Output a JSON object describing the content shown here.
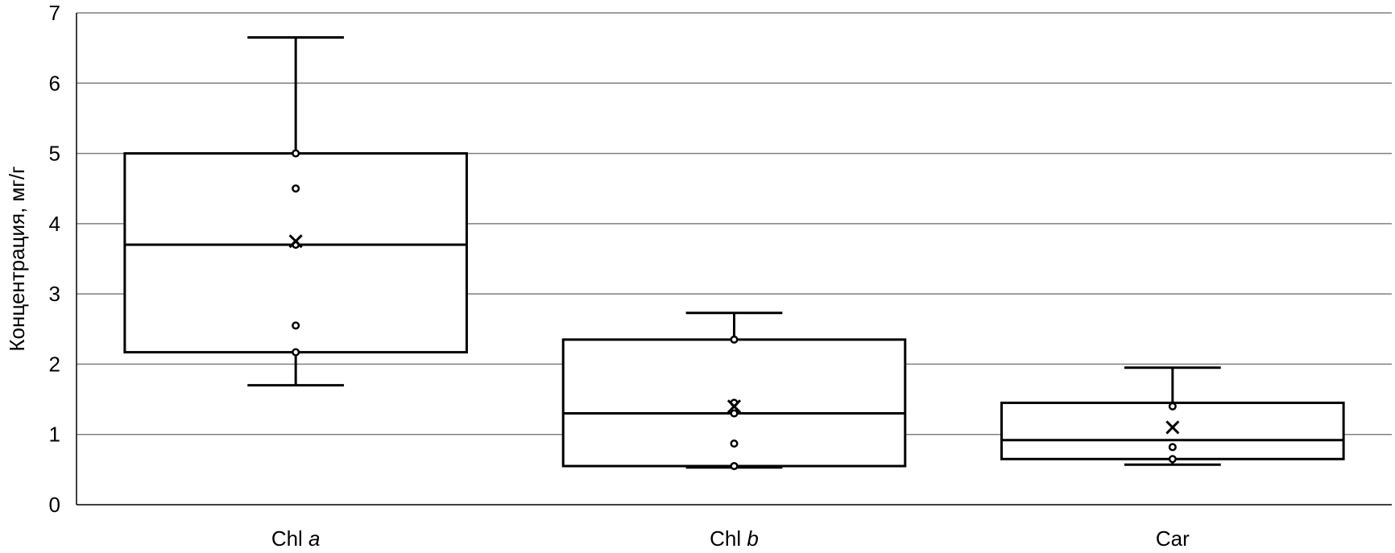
{
  "chart_data": {
    "type": "box",
    "title": "",
    "xlabel": "",
    "ylabel": "Концентрация,  мг/г",
    "ylim": [
      0,
      7
    ],
    "yticks": [
      "0",
      "1",
      "2",
      "3",
      "4",
      "5",
      "6",
      "7"
    ],
    "grid": "horizontal",
    "legend": "none",
    "categories": [
      {
        "name": "Chl",
        "italic_suffix": "a"
      },
      {
        "name": "Chl",
        "italic_suffix": "b"
      },
      {
        "name": "Car",
        "italic_suffix": ""
      }
    ],
    "boxes": [
      {
        "category": "Chl a",
        "min": 1.7,
        "q1": 2.17,
        "median": 3.7,
        "q3": 5.0,
        "max": 6.65,
        "mean": 3.75,
        "points": [
          5.0,
          4.5,
          3.7,
          2.55,
          2.17
        ]
      },
      {
        "category": "Chl b",
        "min": 0.53,
        "q1": 0.55,
        "median": 1.3,
        "q3": 2.35,
        "max": 2.73,
        "mean": 1.4,
        "points": [
          2.35,
          1.45,
          1.3,
          0.87,
          0.55
        ]
      },
      {
        "category": "Car",
        "min": 0.57,
        "q1": 0.65,
        "median": 0.92,
        "q3": 1.45,
        "max": 1.95,
        "mean": 1.1,
        "points": [
          1.4,
          0.82,
          0.65
        ]
      }
    ],
    "colors": {
      "box_stroke": "#000000",
      "grid": "#808080",
      "background": "#ffffff"
    }
  }
}
